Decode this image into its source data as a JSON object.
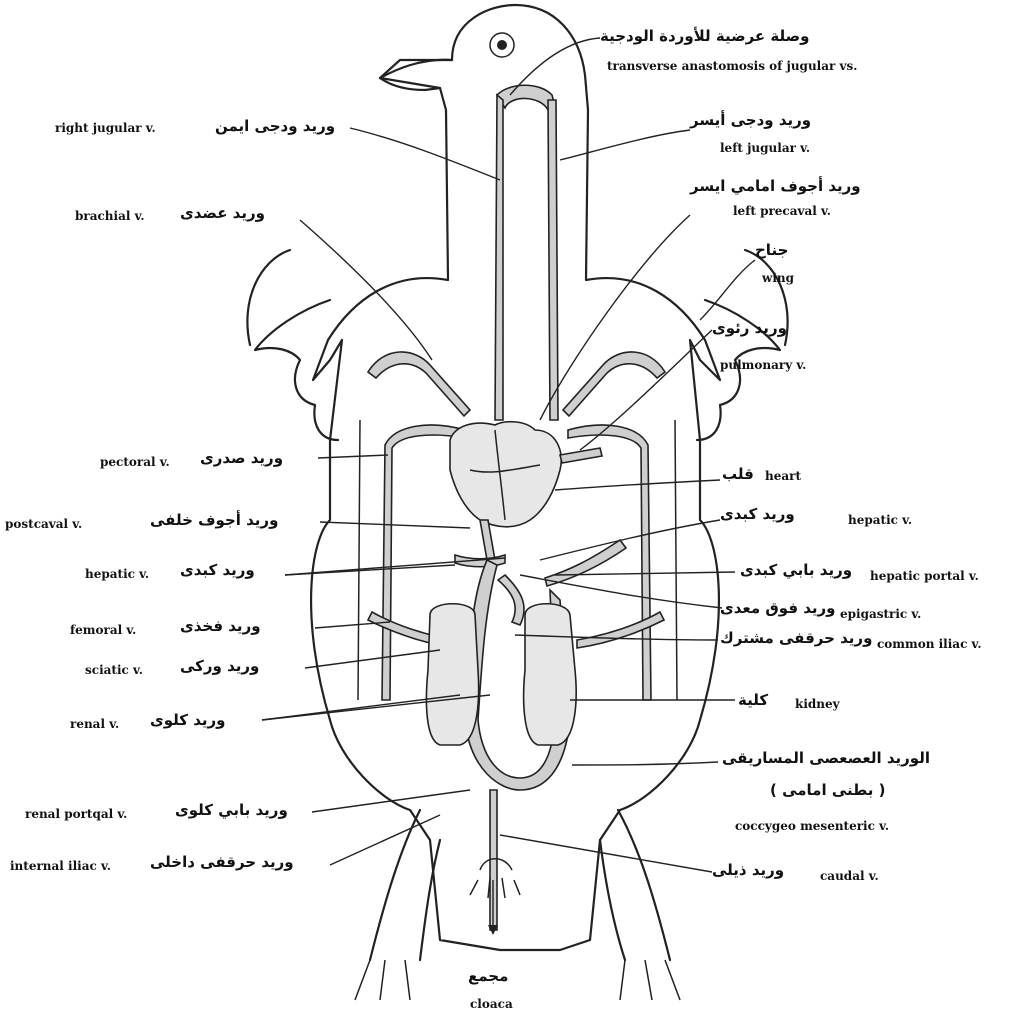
{
  "labels": {
    "transverse_anastomosis": {
      "ar": "وصلة عرضية للأوردة الودجية",
      "en": "transverse anastomosis of jugular vs."
    },
    "left_jugular": {
      "ar": "وريد ودجى أيسر",
      "en": "left jugular v."
    },
    "left_precaval": {
      "ar": "وريد أجوف امامي ايسر",
      "en": "left precaval v."
    },
    "wing": {
      "ar": "جناح",
      "en": "wing"
    },
    "pulmonary": {
      "ar": "وريد رئوى",
      "en": "pulmonary v."
    },
    "heart": {
      "ar": "قلب",
      "en": "heart"
    },
    "hepatic_right": {
      "ar": "وريد كبدى",
      "en": "hepatic v."
    },
    "hepatic_portal": {
      "ar": "وريد بابي كبدى",
      "en": "hepatic portal v."
    },
    "epigastric": {
      "ar": "وريد فوق معدى",
      "en": "epigastric v."
    },
    "common_iliac": {
      "ar": "وريد حرقفى مشترك",
      "en": "common iliac v."
    },
    "kidney": {
      "ar": "كلية",
      "en": "kidney"
    },
    "coccygeo_mesenteric": {
      "ar": "الوريد العصعصى المساريقى",
      "ar2": "( بطنى امامى )",
      "en": "coccygeo mesenteric v."
    },
    "caudal": {
      "ar": "وريد ذيلى",
      "en": "caudal v."
    },
    "cloaca": {
      "ar": "مجمع",
      "en": "cloaca"
    },
    "right_jugular": {
      "ar": "وريد ودجى ايمن",
      "en": "right jugular v."
    },
    "brachial": {
      "ar": "وريد عضدى",
      "en": "brachial v."
    },
    "pectoral": {
      "ar": "وريد صدرى",
      "en": "pectoral v."
    },
    "postcaval": {
      "ar": "وريد أجوف خلفى",
      "en": "postcaval v."
    },
    "hepatic_left": {
      "ar": "وريد كبدى",
      "en": "hepatic v."
    },
    "femoral": {
      "ar": "وريد فخذى",
      "en": "femoral v."
    },
    "sciatic": {
      "ar": "وريد وركى",
      "en": "sciatic v."
    },
    "renal": {
      "ar": "وريد كلوى",
      "en": "renal v."
    },
    "renal_portal": {
      "ar": "وريد بابي كلوى",
      "en": "renal portqal v."
    },
    "internal_iliac": {
      "ar": "وريد حرقفى داخلى",
      "en": "internal iliac v."
    }
  }
}
